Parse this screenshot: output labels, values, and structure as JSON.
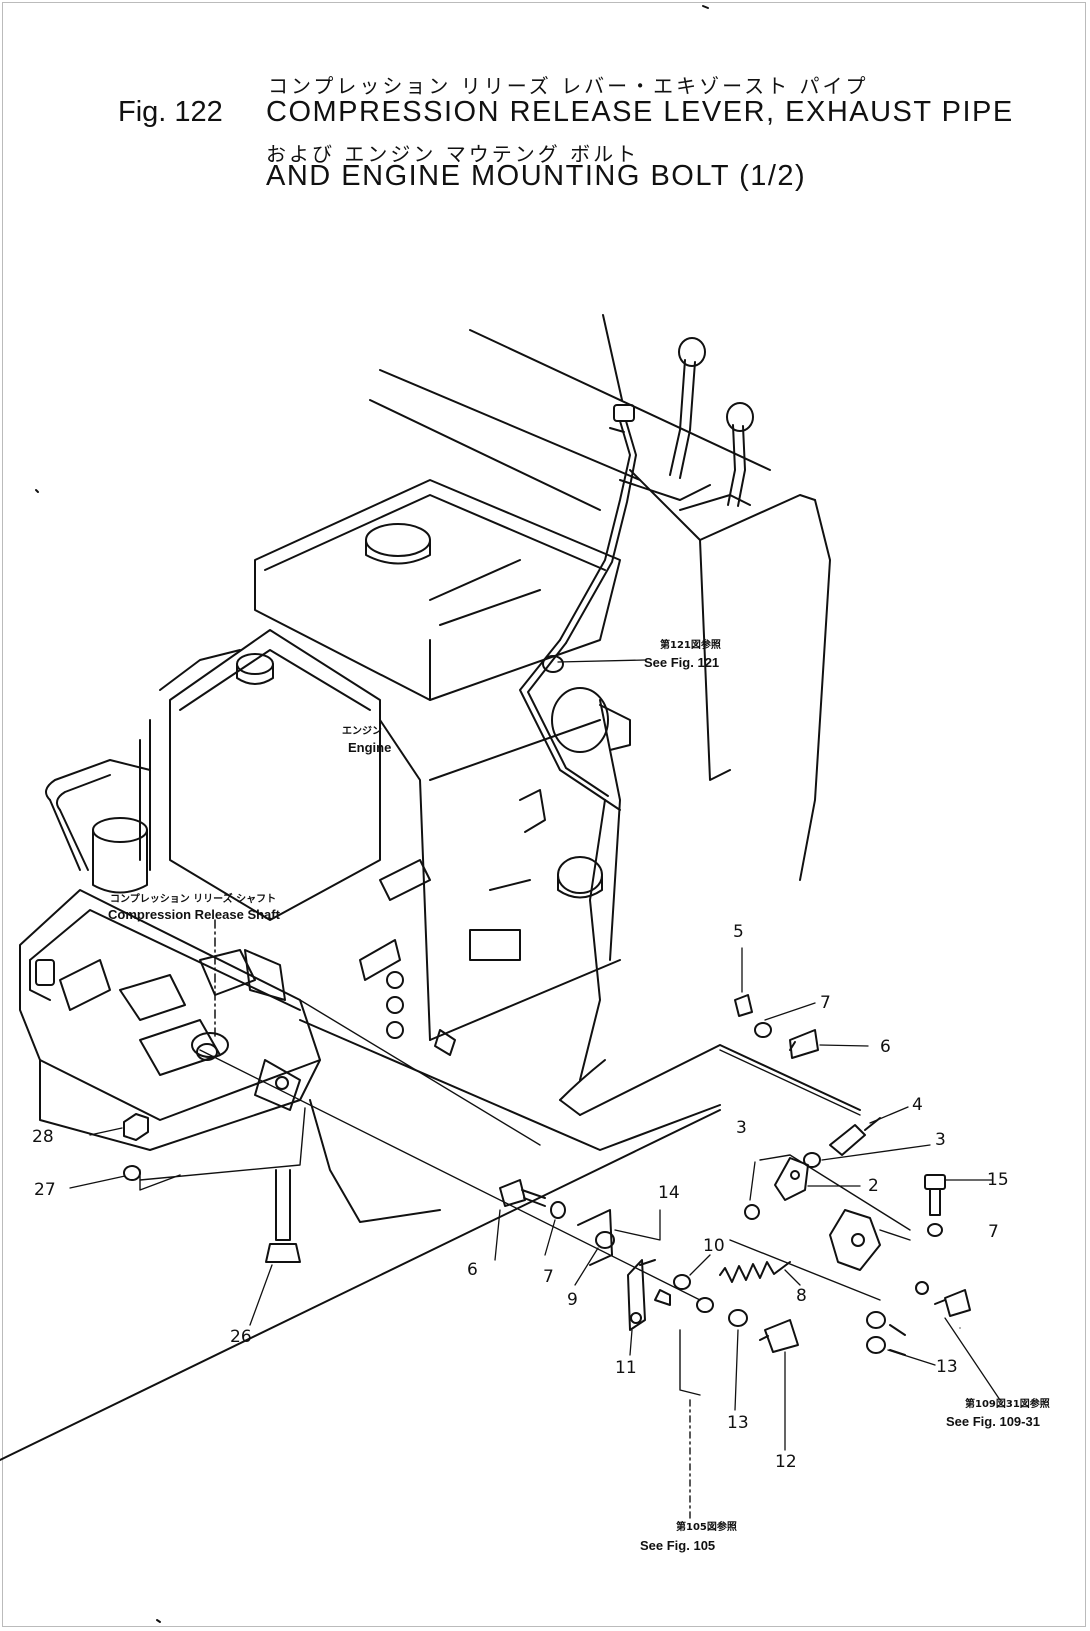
{
  "figure": {
    "number": "Fig. 122",
    "title_jp_line1": "コンプレッション リリーズ レバー・エキゾースト パイプ",
    "title_en_line1": "COMPRESSION RELEASE LEVER, EXHAUST PIPE",
    "title_jp_line2": "および エンジン マウテング ボルト",
    "title_en_line2": "AND ENGINE MOUNTING BOLT (1/2)"
  },
  "labels": {
    "engine_jp": "エンジン",
    "engine_en": "Engine",
    "shaft_jp": "コンプレッション リリーズ シャフト",
    "shaft_en": "Compression Release Shaft"
  },
  "references": {
    "fig121_jp": "第121図参照",
    "fig121_en": "See Fig. 121",
    "fig109_jp": "第109図31図参照",
    "fig109_en": "See Fig. 109-31",
    "fig105_jp": "第105図参照",
    "fig105_en": "See Fig. 105"
  },
  "callouts": [
    {
      "id": "c5",
      "text": "5"
    },
    {
      "id": "c7a",
      "text": "7"
    },
    {
      "id": "c6a",
      "text": "6"
    },
    {
      "id": "c4",
      "text": "4"
    },
    {
      "id": "c3a",
      "text": "3"
    },
    {
      "id": "c3b",
      "text": "3"
    },
    {
      "id": "c2",
      "text": "2"
    },
    {
      "id": "c15",
      "text": "15"
    },
    {
      "id": "c7b",
      "text": "7"
    },
    {
      "id": "c14",
      "text": "14"
    },
    {
      "id": "c10",
      "text": "10"
    },
    {
      "id": "c6b",
      "text": "6"
    },
    {
      "id": "c7c",
      "text": "7"
    },
    {
      "id": "c9a",
      "text": "9"
    },
    {
      "id": "c8",
      "text": "8"
    },
    {
      "id": "c11",
      "text": "11"
    },
    {
      "id": "c13a",
      "text": "13"
    },
    {
      "id": "c12",
      "text": "12"
    },
    {
      "id": "c13b",
      "text": "13"
    },
    {
      "id": "c28",
      "text": "28"
    },
    {
      "id": "c27",
      "text": "27"
    },
    {
      "id": "c26",
      "text": "26"
    }
  ]
}
